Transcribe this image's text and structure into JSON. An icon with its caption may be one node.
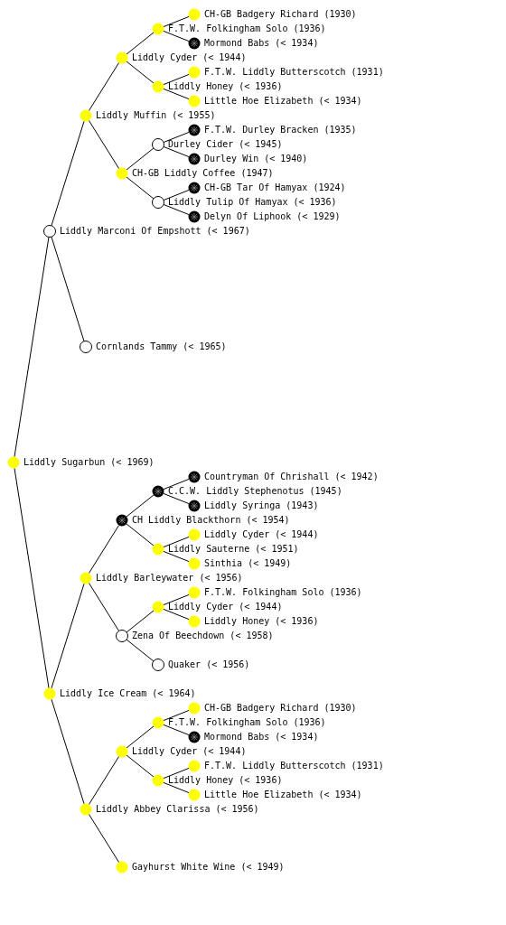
{
  "diagram": {
    "nodes": [
      {
        "text": [],
        "shape": "circle",
        "beside": [
          "CH-GB Badgery Richard (1930)"
        ]
      },
      {
        "text": [],
        "shape": "circle",
        "beside": [
          "F.T.W. Folkingham Solo (1936)"
        ]
      },
      {
        "text": [],
        "shape": "circle",
        "beside": [
          "Mormond Babs (< 1934)"
        ]
      },
      {
        "text": [],
        "shape": "circle",
        "beside": [
          "Liddly Cyder (< 1944)"
        ]
      },
      {
        "text": [],
        "shape": "circle",
        "beside": [
          "F.T.W. Liddly Butterscotch (1931)"
        ]
      },
      {
        "text": [],
        "shape": "circle",
        "beside": [
          "Liddly Honey (< 1936)"
        ]
      },
      {
        "text": [],
        "shape": "circle",
        "beside": [
          "Little Hoe Elizabeth (< 1934)"
        ]
      },
      {
        "text": [],
        "shape": "circle",
        "beside": [
          "Liddly Muffin (< 1955)"
        ]
      },
      {
        "text": [],
        "shape": "circle",
        "beside": [
          "F.T.W. Durley Bracken (1935)"
        ]
      },
      {
        "text": [],
        "shape": "circle",
        "beside": [
          "Durley Cider (< 1945)"
        ]
      },
      {
        "text": [],
        "shape": "circle",
        "beside": [
          "Durley Win (< 1940)"
        ]
      },
      {
        "text": [],
        "shape": "circle",
        "beside": [
          "CH-GB Liddly Coffee (1947)"
        ]
      },
      {
        "text": [],
        "shape": "circle",
        "beside": [
          "CH-GB Tar Of Hamyax (1924)"
        ]
      },
      {
        "text": [],
        "shape": "circle",
        "beside": [
          "Liddly Tulip Of Hamyax (< 1936)"
        ]
      },
      {
        "text": [],
        "shape": "circle",
        "beside": [
          "Delyn Of Liphook (< 1929)"
        ]
      },
      {
        "text": [],
        "shape": "circle",
        "beside": [
          "Liddly Marconi Of Empshott (< 1967)"
        ]
      },
      {
        "text": [],
        "shape": "circle",
        "beside": [
          "Cornlands Tammy (< 1965)"
        ]
      },
      {
        "text": [],
        "shape": "circle",
        "beside": [
          "Liddly Sugarbun (< 1969)"
        ]
      },
      {
        "text": [],
        "shape": "circle",
        "beside": [
          "Countryman Of Chrishall (< 1942)"
        ]
      },
      {
        "text": [],
        "shape": "circle",
        "beside": [
          "C.C.W. Liddly Stephenotus (1945)"
        ]
      },
      {
        "text": [],
        "shape": "circle",
        "beside": [
          "Liddly Syringa (1943)"
        ]
      },
      {
        "text": [],
        "shape": "circle",
        "beside": [
          "CH Liddly Blackthorn (< 1954)"
        ]
      },
      {
        "text": [],
        "shape": "circle",
        "beside": [
          "Liddly Cyder (< 1944)"
        ]
      },
      {
        "text": [],
        "shape": "circle",
        "beside": [
          "Liddly Sauterne (< 1951)"
        ]
      },
      {
        "text": [],
        "shape": "circle",
        "beside": [
          "Sinthia (< 1949)"
        ]
      },
      {
        "text": [],
        "shape": "circle",
        "beside": [
          "Liddly Barleywater (< 1956)"
        ]
      },
      {
        "text": [],
        "shape": "circle",
        "beside": [
          "F.T.W. Folkingham Solo (1936)"
        ]
      },
      {
        "text": [],
        "shape": "circle",
        "beside": [
          "Liddly Cyder (< 1944)"
        ]
      },
      {
        "text": [],
        "shape": "circle",
        "beside": [
          "Liddly Honey (< 1936)"
        ]
      },
      {
        "text": [],
        "shape": "circle",
        "beside": [
          "Zena Of Beechdown (< 1958)"
        ]
      },
      {
        "text": [],
        "shape": "circle",
        "beside": [
          "Quaker (< 1956)"
        ]
      },
      {
        "text": [],
        "shape": "circle",
        "beside": [
          "Liddly Ice Cream (< 1964)"
        ]
      },
      {
        "text": [],
        "shape": "circle",
        "beside": [
          "CH-GB Badgery Richard (1930)"
        ]
      },
      {
        "text": [],
        "shape": "circle",
        "beside": [
          "F.T.W. Folkingham Solo (1936)"
        ]
      },
      {
        "text": [],
        "shape": "circle",
        "beside": [
          "Mormond Babs (< 1934)"
        ]
      },
      {
        "text": [],
        "shape": "circle",
        "beside": [
          "Liddly Cyder (< 1944)"
        ]
      },
      {
        "text": [],
        "shape": "circle",
        "beside": [
          "F.T.W. Liddly Butterscotch (1931)"
        ]
      },
      {
        "text": [],
        "shape": "circle",
        "beside": [
          "Liddly Honey (< 1936)"
        ]
      },
      {
        "text": [],
        "shape": "circle",
        "beside": [
          "Little Hoe Elizabeth (< 1934)"
        ]
      },
      {
        "text": [],
        "shape": "circle",
        "beside": [
          "Liddly Abbey Clarissa (< 1956)"
        ]
      },
      {
        "text": [],
        "shape": "circle",
        "beside": [
          "Gayhurst White Wine (< 1949)"
        ]
      }
    ],
    "edges": [
      {
        "from": 17,
        "to": 15,
        "arrow": "none"
      },
      {
        "from": 17,
        "to": 31,
        "arrow": "none"
      },
      {
        "from": 15,
        "to": 7,
        "arrow": "none"
      },
      {
        "from": 15,
        "to": 16,
        "arrow": "none"
      },
      {
        "from": 7,
        "to": 3,
        "arrow": "none"
      },
      {
        "from": 7,
        "to": 11,
        "arrow": "none"
      },
      {
        "from": 3,
        "to": 1,
        "arrow": "none"
      },
      {
        "from": 3,
        "to": 5,
        "arrow": "none"
      },
      {
        "from": 1,
        "to": 0,
        "arrow": "none"
      },
      {
        "from": 1,
        "to": 2,
        "arrow": "none"
      },
      {
        "from": 5,
        "to": 4,
        "arrow": "none"
      },
      {
        "from": 5,
        "to": 6,
        "arrow": "none"
      },
      {
        "from": 11,
        "to": 9,
        "arrow": "none"
      },
      {
        "from": 11,
        "to": 13,
        "arrow": "none"
      },
      {
        "from": 9,
        "to": 8,
        "arrow": "none"
      },
      {
        "from": 9,
        "to": 10,
        "arrow": "none"
      },
      {
        "from": 13,
        "to": 12,
        "arrow": "none"
      },
      {
        "from": 13,
        "to": 14,
        "arrow": "none"
      },
      {
        "from": 31,
        "to": 25,
        "arrow": "none"
      },
      {
        "from": 31,
        "to": 39,
        "arrow": "none"
      },
      {
        "from": 25,
        "to": 21,
        "arrow": "none"
      },
      {
        "from": 25,
        "to": 29,
        "arrow": "none"
      },
      {
        "from": 21,
        "to": 19,
        "arrow": "none"
      },
      {
        "from": 21,
        "to": 23,
        "arrow": "none"
      },
      {
        "from": 19,
        "to": 18,
        "arrow": "none"
      },
      {
        "from": 19,
        "to": 20,
        "arrow": "none"
      },
      {
        "from": 23,
        "to": 22,
        "arrow": "none"
      },
      {
        "from": 23,
        "to": 24,
        "arrow": "none"
      },
      {
        "from": 29,
        "to": 27,
        "arrow": "none"
      },
      {
        "from": 29,
        "to": 30,
        "arrow": "none"
      },
      {
        "from": 27,
        "to": 26,
        "arrow": "none"
      },
      {
        "from": 27,
        "to": 28,
        "arrow": "none"
      },
      {
        "from": 39,
        "to": 35,
        "arrow": "none"
      },
      {
        "from": 39,
        "to": 40,
        "arrow": "none"
      },
      {
        "from": 35,
        "to": 33,
        "arrow": "none"
      },
      {
        "from": 35,
        "to": 37,
        "arrow": "none"
      },
      {
        "from": 33,
        "to": 32,
        "arrow": "none"
      },
      {
        "from": 33,
        "to": 34,
        "arrow": "none"
      },
      {
        "from": 37,
        "to": 36,
        "arrow": "none"
      },
      {
        "from": 37,
        "to": 38,
        "arrow": "none"
      }
    ]
  }
}
